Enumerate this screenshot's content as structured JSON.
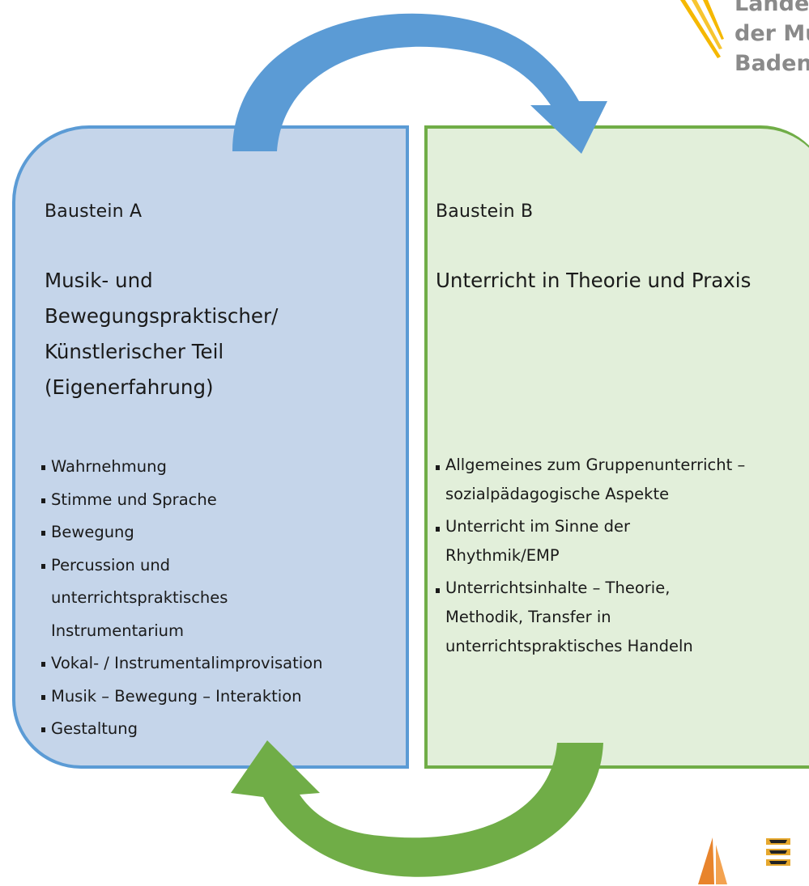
{
  "baustein_a": {
    "heading": "Baustein A",
    "title_lines": [
      "Musik- und",
      "Bewegungspraktischer/",
      "Künstlerischer Teil",
      "(Eigenerfahrung)"
    ],
    "bullets": [
      "Wahrnehmung",
      "Stimme und Sprache",
      "Bewegung",
      "Percussion und unterrichtspraktisches Instrumentarium",
      "Vokal- / Instrumentalimprovisation",
      "Musik – Bewegung – Interaktion",
      "Gestaltung"
    ]
  },
  "baustein_b": {
    "heading": "Baustein B",
    "title": "Unterricht in Theorie und Praxis",
    "bullets": [
      "Allgemeines zum Gruppenunterricht – sozialpädagogische Aspekte",
      "Unterricht im Sinne der Rhythmik/EMP",
      "Unterrichtsinhalte – Theorie, Methodik, Transfer in unterrichtspraktisches Handeln"
    ]
  },
  "logo_text_lines": [
    "Lande",
    "der Mu",
    "Baden"
  ],
  "colors": {
    "blue_arrow": "#5b9bd5",
    "green_arrow": "#70ad47",
    "box_a_fill": "#c5d5ea",
    "box_b_fill": "#e2efda",
    "logo_gold": "#f5b800",
    "logo_text": "#8a8a8a"
  }
}
